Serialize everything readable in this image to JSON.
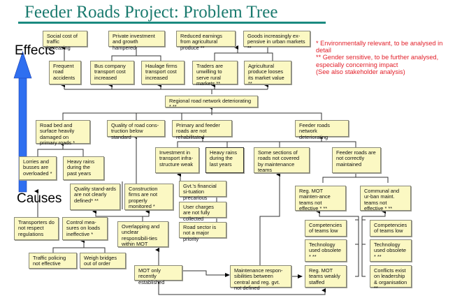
{
  "title": "Feeder Roads Project: Problem Tree",
  "labels": {
    "effects": "Effects",
    "causes": "Causes"
  },
  "colors": {
    "title": "#1a7a6e",
    "box_fill": "#fbf8c3",
    "arrow": "#2f6ff0",
    "note": "#e2202a"
  },
  "notes": [
    "* Environmentally relevant, to be analysed in detail",
    "** Gender sensitive, to be further analysed, especially concerning impact",
    "(See also stakeholder analysis)"
  ],
  "boxes": {
    "social_cost": "Social cost of traffic increasing",
    "private_investment": "Private investment and growth hampered",
    "reduced_earnings": "Reduced earnings from agricultural produce **",
    "goods_expensive": "Goods increasingly ex-pensive in urban markets **",
    "frequent_accidents": "Frequent road accidents",
    "bus_cost": "Bus company transport cost increased",
    "haulage_cost": "Haulage firms transport cost increased",
    "traders_unwilling": "Traders are unwilling to serve rural markets **",
    "agri_value": "Agricultural produce looses its market value **",
    "regional_network": "Regional road network deteriorating *  **",
    "road_bed": "Road bed and surface heavily damaged on primary roads *",
    "quality_construction": "Quality of road cons-truction below standard",
    "not_rehabilitated": "Primary and feeder roads are not rehabilitated",
    "feeder_network": "Feeder roads network deteriorating",
    "lorries_overloaded": "Lorries and busses are overloaded *",
    "heavy_rains_past": "Heavy rains during the past years",
    "investment_weak": "Investment in transport infra-structure weak",
    "heavy_rains_last": "Heavy rains during the last years",
    "sections_not_covered": "Some sections of roads not covered by maintenance teams",
    "not_maintained": "Feeder roads are not correctly maintained",
    "quality_standards": "Quality stand-ards are not clearly defined*  **",
    "construction_firms": "Construction firms are not properly monitored *",
    "govt_financial": "Gvt.'s financial si-tuation precarious",
    "user_charges": "User charges are not fully collected",
    "road_sector": "Road sector is not a major priority",
    "reg_mot_teams": "Reg. MOT mainten-ance teams not effective *  **",
    "communal_teams": "Communal and ur-ban maint. teams not effective *  **",
    "transporters": "Transporters do not respect regulations",
    "control_measures": "Control mea-sures on loads ineffective *",
    "overlapping": "Overlapping and unclear responsibili-ties within MOT",
    "competencies_1": "Competencies of teams low",
    "competencies_2": "Competencies of teams low",
    "technology_1": "Technology used obsolete * **",
    "technology_2": "Technology used obsolete * **",
    "traffic_policing": "Traffic policing not effective",
    "weigh_bridges": "Weigh bridges out of order",
    "mot_recent": "MOT only recently established",
    "maintenance_resp": "Maintenance respon-sibilities between central and reg. gvt. not defined",
    "reg_mot_staffed": "Reg. MOT teams weakly staffed",
    "conflicts": "Conflicts exist on leadership & organisation **"
  }
}
